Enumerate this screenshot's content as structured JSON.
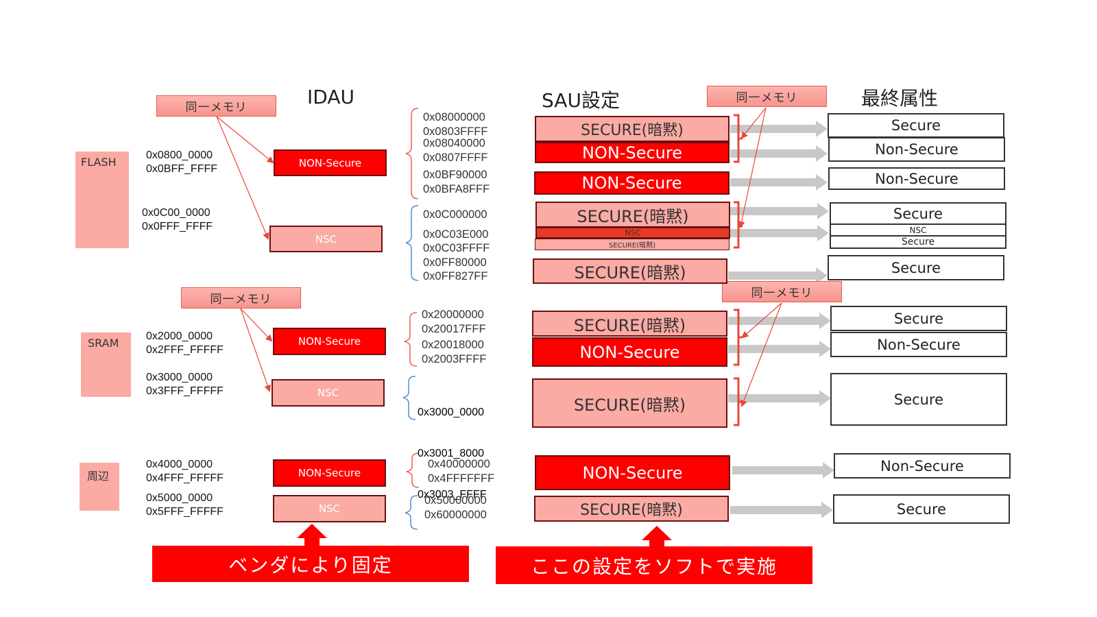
{
  "headings": {
    "idau": "IDAU",
    "sau": "SAU設定",
    "final": "最終属性"
  },
  "same_memory_label": "同一メモリ",
  "memory_regions": [
    {
      "name": "FLASH",
      "ranges": [
        "0x0800_0000\n0x0BFF_FFFF",
        "0x0C00_0000\n0x0FFF_FFFF"
      ]
    },
    {
      "name": "SRAM",
      "ranges": [
        "0x2000_0000\n0x2FFF_FFFFF",
        "0x3000_0000\n0x3FFF_FFFFF"
      ]
    },
    {
      "name": "周辺",
      "ranges": [
        "0x4000_0000\n0x4FFF_FFFFF",
        "0x5000_0000\n0x5FFF_FFFFF"
      ]
    }
  ],
  "idau": {
    "non_secure": "NON-Secure",
    "nsc": "NSC"
  },
  "sau_addresses": {
    "flash_ns": [
      "0x08000000",
      "0x0803FFFF",
      "0x08040000",
      "0x0807FFFF",
      "0x0BF90000",
      "0x0BFA8FFF"
    ],
    "flash_nsc": [
      "0x0C000000",
      "0x0C03E000",
      "0x0C03FFFF",
      "0x0FF80000",
      "0x0FF827FF"
    ],
    "sram_ns": [
      "0x20000000",
      "0x20017FFF",
      "0x20018000",
      "0x2003FFFF"
    ],
    "sram_nsc": [
      "0x3000_0000",
      "0x3001_8000",
      "0x3003_FFFF"
    ],
    "periph_ns": [
      "0x40000000",
      "0x4FFFFFFF"
    ],
    "periph_nsc": [
      "0x50000000",
      "0x60000000"
    ]
  },
  "sau": {
    "secure_implicit": "SECURE(暗黙)",
    "non_secure": "NON-Secure",
    "nsc": "NSC"
  },
  "final": {
    "secure": "Secure",
    "non_secure": "Non-Secure",
    "nsc": "NSC"
  },
  "banners": {
    "vendor_fixed": "ベンダにより固定",
    "software_config": "ここの設定をソフトで実施"
  },
  "colors": {
    "accent_red": "#ff0000",
    "pink": "#fbaaa4",
    "nsc_red": "#e63a24",
    "arrow_gray": "#c8c8c8",
    "brace_red": "#e8473a",
    "brace_blue": "#2f7fc8"
  }
}
